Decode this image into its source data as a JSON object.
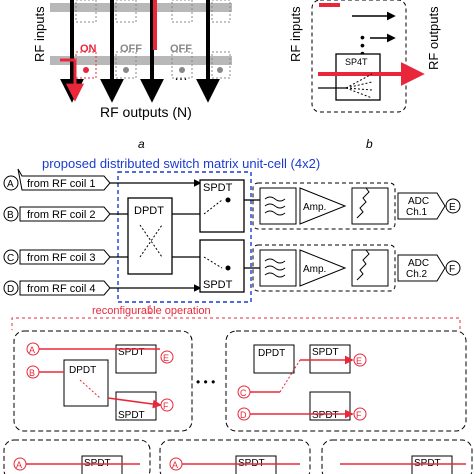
{
  "panel_a": {
    "y_label": "RF inputs",
    "x_label": "RF outputs (N)",
    "on_label": "ON",
    "off_label_1": "OFF",
    "off_label_2": "OFF",
    "ellipsis": "…",
    "caption": "a"
  },
  "panel_b": {
    "in_label": "RF inputs",
    "out_label": "RF outputs",
    "switch_label": "SP4T",
    "caption": "b"
  },
  "main": {
    "title": "proposed distributed switch matrix unit-cell (4x2)",
    "inputs": [
      {
        "letter": "A",
        "label": "from RF coil 1"
      },
      {
        "letter": "B",
        "label": "from RF coil 2"
      },
      {
        "letter": "C",
        "label": "from RF coil 3"
      },
      {
        "letter": "D",
        "label": "from RF coil 4"
      }
    ],
    "dpdt": "DPDT",
    "spdt_top": "SPDT",
    "spdt_bottom": "SPDT",
    "amp_1": "Amp.",
    "amp_2": "Amp.",
    "adc_1_line1": "ADC",
    "adc_1_line2": "Ch.1",
    "adc_2_line1": "ADC",
    "adc_2_line2": "Ch.2",
    "out_1": "E",
    "out_2": "F",
    "reconfig": "reconfigurable operation"
  },
  "examples": {
    "dpdt": "DPDT",
    "spdt": "SPDT",
    "a": "A",
    "b": "B",
    "c": "C",
    "d": "D",
    "e": "E",
    "f": "F",
    "ellipsis": "• • •"
  },
  "colors": {
    "accent": "#e8283a",
    "boundary": "#1a3ccf",
    "gray": "#999999"
  }
}
